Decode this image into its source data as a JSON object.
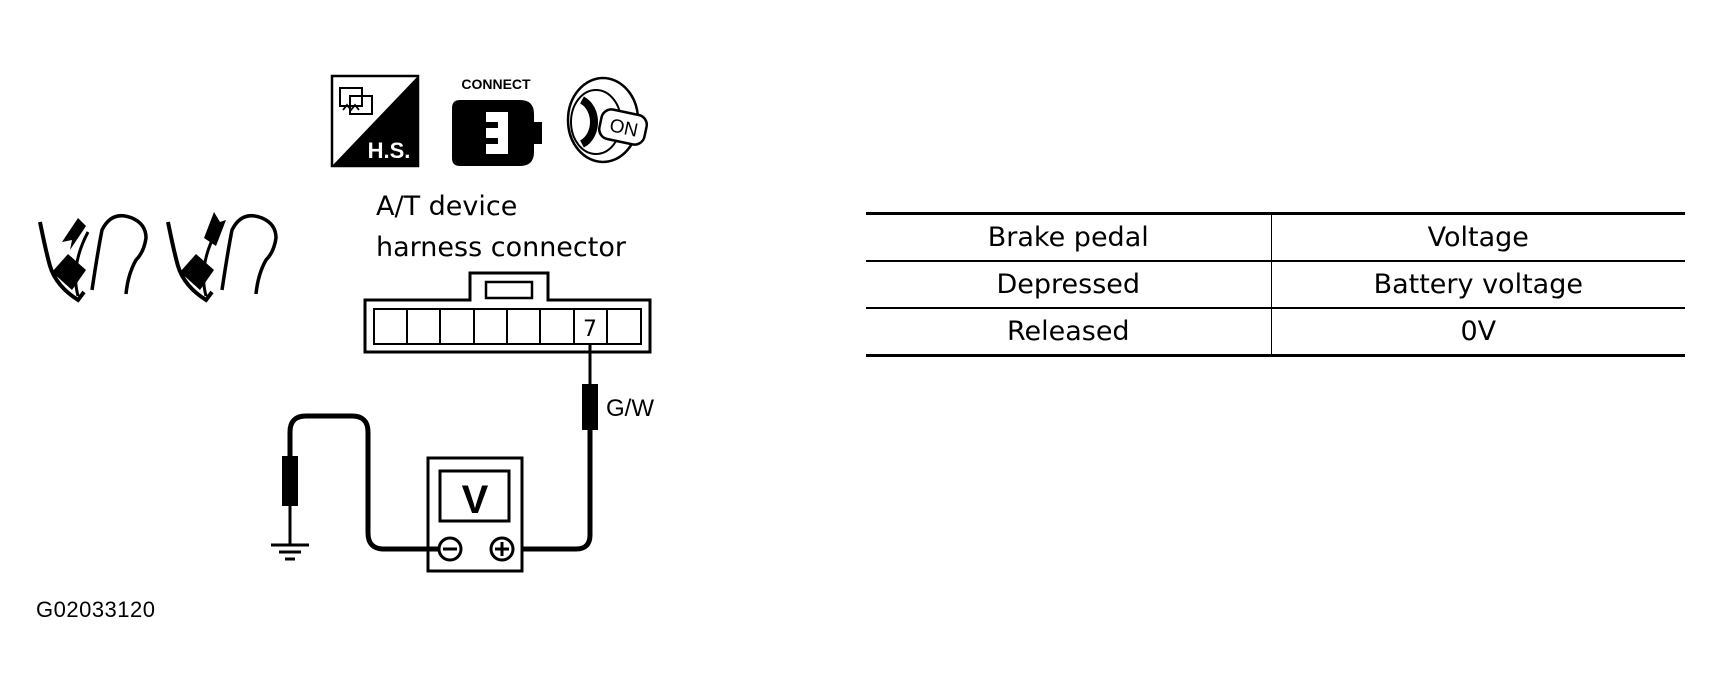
{
  "icons": {
    "harness_sensor_label": "H.S.",
    "connect_label": "CONNECT",
    "ignition_label": "ON"
  },
  "connector": {
    "label_line1": "A/T device",
    "label_line2": "harness connector",
    "terminal": "7"
  },
  "wire": {
    "color_code": "G/W"
  },
  "voltmeter": {
    "symbol": "V",
    "negative": "⊖",
    "positive": "⊕"
  },
  "table": {
    "headers": [
      "Brake pedal",
      "Voltage"
    ],
    "rows": [
      [
        "Depressed",
        "Battery voltage"
      ],
      [
        "Released",
        "0V"
      ]
    ]
  },
  "figure_id": "G02033120"
}
